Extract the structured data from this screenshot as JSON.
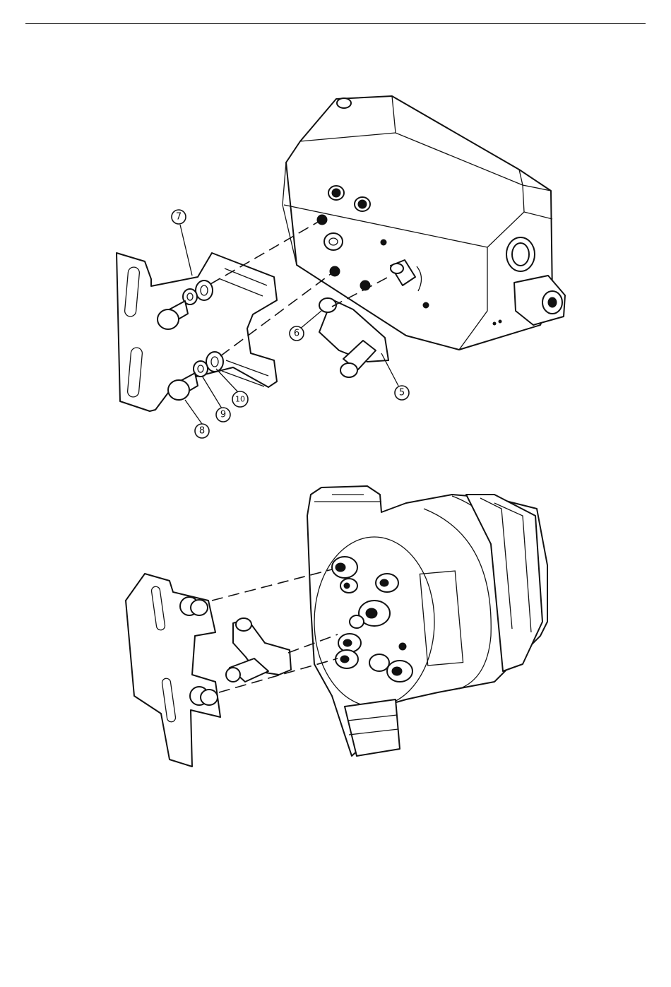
{
  "callouts": [
    {
      "id": "callout-7",
      "label": "7"
    },
    {
      "id": "callout-6",
      "label": "6"
    },
    {
      "id": "callout-5",
      "label": "5"
    },
    {
      "id": "callout-8",
      "label": "8"
    },
    {
      "id": "callout-9",
      "label": "9"
    },
    {
      "id": "callout-10",
      "label": "10"
    }
  ]
}
